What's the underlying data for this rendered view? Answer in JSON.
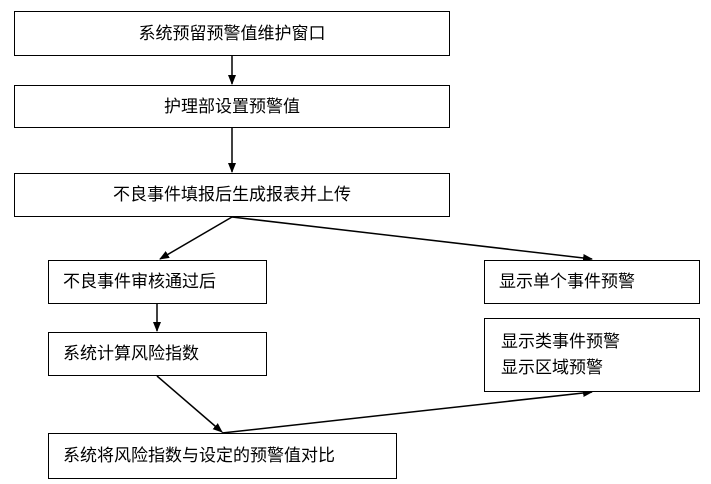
{
  "flowchart": {
    "nodes": {
      "maintain_window": "系统预留预警值维护窗口",
      "nursing_dept_set": "护理部设置预警值",
      "report_upload": "不良事件填报后生成报表并上传",
      "review_passed": "不良事件审核通过后",
      "calc_risk_index": "系统计算风险指数",
      "compare_threshold": "系统将风险指数与设定的预警值对比",
      "single_event_warning": "显示单个事件预警",
      "category_region_warning": {
        "line1": "显示类事件预警",
        "line2": "显示区域预警"
      }
    },
    "edges": [
      [
        "maintain_window",
        "nursing_dept_set"
      ],
      [
        "nursing_dept_set",
        "report_upload"
      ],
      [
        "report_upload",
        "review_passed"
      ],
      [
        "report_upload",
        "single_event_warning"
      ],
      [
        "review_passed",
        "calc_risk_index"
      ],
      [
        "calc_risk_index",
        "compare_threshold"
      ],
      [
        "compare_threshold",
        "category_region_warning"
      ]
    ]
  }
}
